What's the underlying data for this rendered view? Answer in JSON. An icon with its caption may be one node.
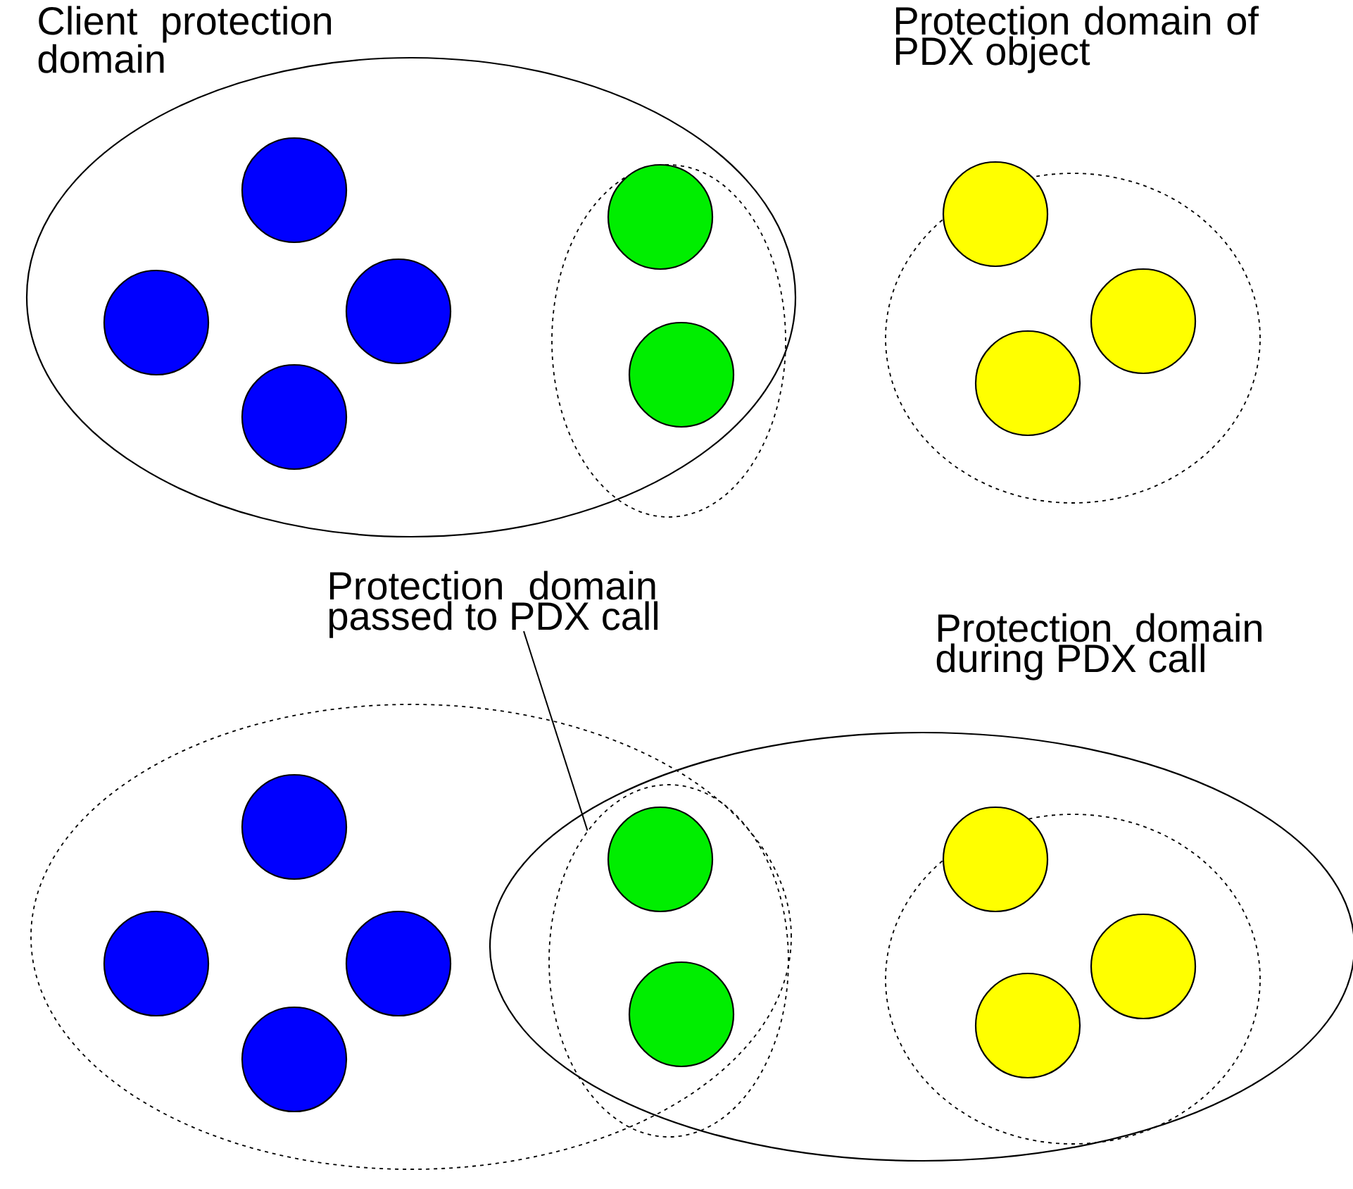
{
  "diagram": {
    "nodes": [
      {
        "text": [
          "Client protection domain"
        ]
      },
      {
        "text": [],
        "shape": "circle",
        "in": 0
      },
      {
        "text": [],
        "shape": "circle",
        "in": 0
      },
      {
        "text": [],
        "shape": "circle",
        "in": 0
      },
      {
        "text": [],
        "shape": "circle",
        "in": 0
      },
      {
        "text": [],
        "shape": "ellipse",
        "in": 0
      },
      {
        "text": [],
        "shape": "circle",
        "in": 5
      },
      {
        "text": [],
        "shape": "circle",
        "in": 5
      },
      {
        "text": [
          "Protection domain of PDX object"
        ]
      },
      {
        "text": [],
        "shape": "circle",
        "in": 8
      },
      {
        "text": [],
        "shape": "circle",
        "in": 8
      },
      {
        "text": [],
        "shape": "circle",
        "in": 8
      },
      {
        "text": [
          "Protection domain passed to PDX call"
        ]
      },
      {
        "text": [
          "Protection domain during PDX call"
        ]
      },
      {
        "text": [],
        "shape": "ellipse"
      },
      {
        "text": [],
        "shape": "circle",
        "in": 14
      },
      {
        "text": [],
        "shape": "circle",
        "in": 14
      },
      {
        "text": [],
        "shape": "circle",
        "in": 14
      },
      {
        "text": [],
        "shape": "circle",
        "in": 14
      },
      {
        "text": [],
        "shape": "ellipse"
      },
      {
        "text": [],
        "shape": "circle",
        "in": 19
      },
      {
        "text": [],
        "shape": "circle",
        "in": 19
      },
      {
        "text": [],
        "shape": "ellipse",
        "in": 13
      },
      {
        "text": [],
        "shape": "circle",
        "in": 22
      },
      {
        "text": [],
        "shape": "circle",
        "in": 22
      },
      {
        "text": [],
        "shape": "circle",
        "in": 22
      }
    ],
    "edges": [
      {
        "from": 12,
        "to": 19,
        "arrow": "none"
      }
    ]
  }
}
